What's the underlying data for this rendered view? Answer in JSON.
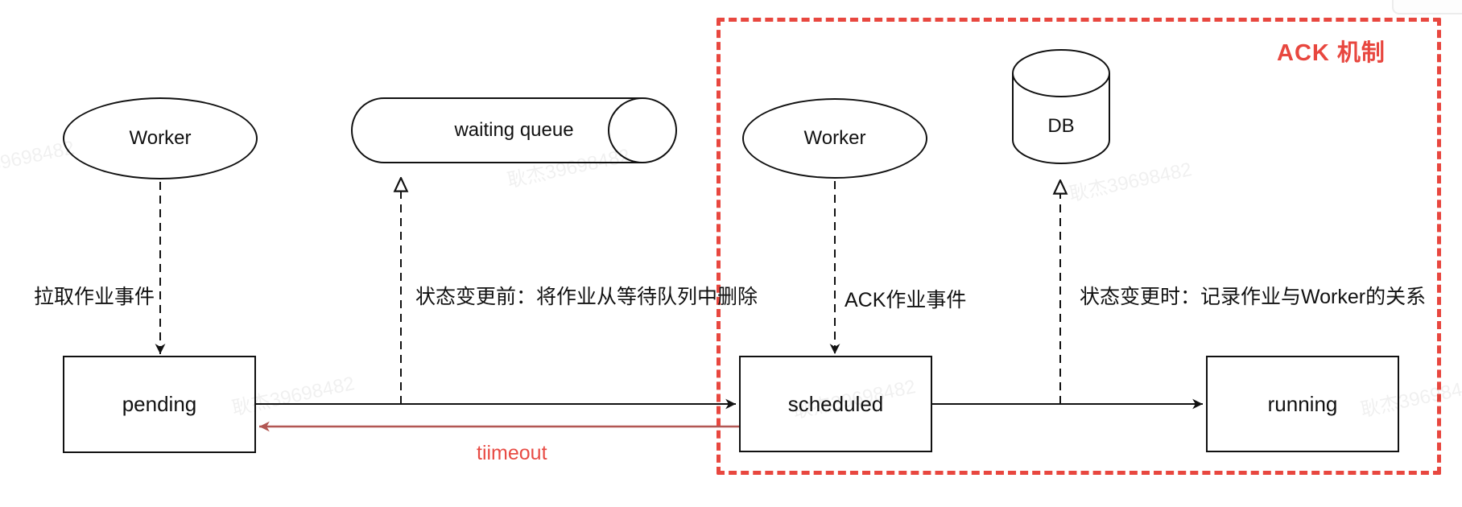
{
  "diagram": {
    "watermark_text": "耿杰39698482",
    "ack_group": {
      "label": "ACK 机制",
      "border_color": "#e8473f"
    },
    "nodes": {
      "worker_left": {
        "label": "Worker",
        "shape": "ellipse"
      },
      "waiting_queue": {
        "label": "waiting queue",
        "shape": "horizontal-cylinder"
      },
      "worker_right": {
        "label": "Worker",
        "shape": "ellipse"
      },
      "db": {
        "label": "DB",
        "shape": "cylinder"
      },
      "pending": {
        "label": "pending",
        "shape": "rectangle"
      },
      "scheduled": {
        "label": "scheduled",
        "shape": "rectangle"
      },
      "running": {
        "label": "running",
        "shape": "rectangle"
      }
    },
    "edges": {
      "pull_job": {
        "label": "拉取作业事件",
        "from": "worker_left",
        "to": "pending",
        "style": "dashed-filled-arrow"
      },
      "remove_from_queue": {
        "label": "状态变更前：将作业从等待队列中删除",
        "from": "pending_to_scheduled",
        "to": "waiting_queue",
        "style": "dashed-open-arrow"
      },
      "ack_job": {
        "label": "ACK作业事件",
        "from": "worker_right",
        "to": "scheduled",
        "style": "dashed-filled-arrow"
      },
      "record_relation": {
        "label": "状态变更时：记录作业与Worker的关系",
        "from": "scheduled_to_running",
        "to": "db",
        "style": "dashed-open-arrow"
      },
      "pending_to_scheduled": {
        "label": "",
        "from": "pending",
        "to": "scheduled",
        "style": "solid-filled-arrow"
      },
      "scheduled_to_running": {
        "label": "",
        "from": "scheduled",
        "to": "running",
        "style": "solid-filled-arrow"
      },
      "timeout": {
        "label": "tiimeout",
        "from": "scheduled",
        "to": "pending",
        "style": "solid-filled-arrow"
      }
    },
    "colors": {
      "stroke": "#111111",
      "background": "#ffffff",
      "accent_red": "#e8473f",
      "timeout_arrow": "#b25753",
      "timeout_text": "#e84b44",
      "watermark": "rgba(0,0,0,0.06)"
    }
  }
}
